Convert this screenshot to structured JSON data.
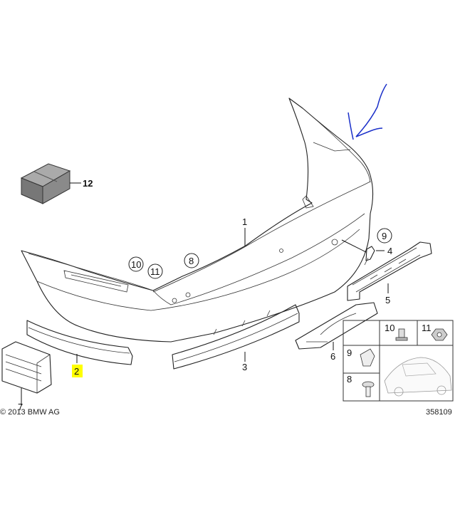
{
  "diagram": {
    "copyright": "© 2013 BMW AG",
    "diagram_number": "358109",
    "part_labels": {
      "p1": "1",
      "p2": "2",
      "p3": "3",
      "p4": "4",
      "p5": "5",
      "p6": "6",
      "p7": "7",
      "p8": "8",
      "p9": "9",
      "p10": "10",
      "p11": "11",
      "p12": "12"
    },
    "inset_labels": {
      "i10": "10",
      "i11": "11",
      "i9": "9",
      "i8": "8"
    },
    "highlight_color": "#ffff00",
    "annotation_color": "#1a2fc9"
  }
}
